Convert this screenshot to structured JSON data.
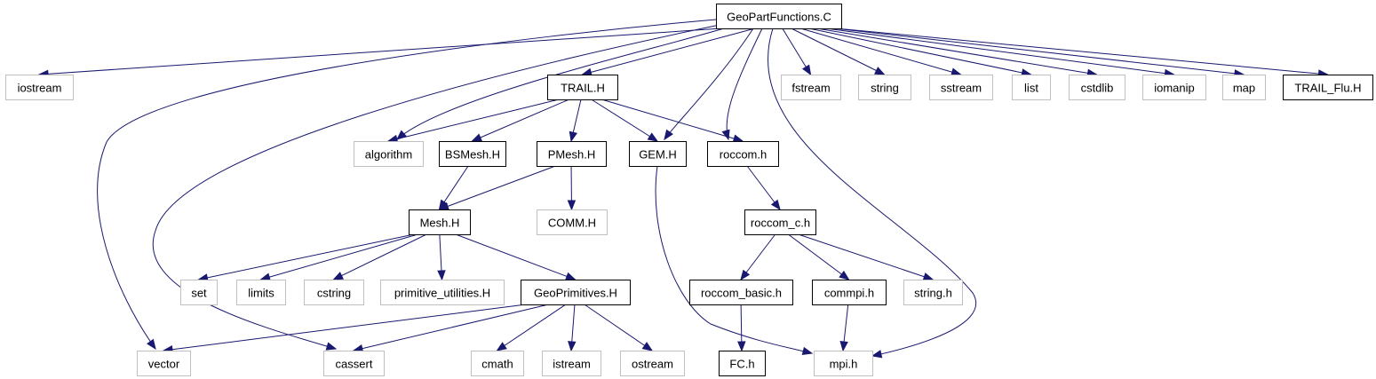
{
  "colors": {
    "edge": "#191970",
    "project_border": "#000000",
    "external_border": "#bfbfbf",
    "root_fill": "#bfbfbf"
  },
  "nodes": [
    {
      "id": "GeoPartFunctions.C",
      "label": "GeoPartFunctions.C",
      "kind": "root"
    },
    {
      "id": "iostream",
      "label": "iostream",
      "kind": "external"
    },
    {
      "id": "vector",
      "label": "vector",
      "kind": "external"
    },
    {
      "id": "cassert",
      "label": "cassert",
      "kind": "external"
    },
    {
      "id": "algorithm",
      "label": "algorithm",
      "kind": "external"
    },
    {
      "id": "TRAIL.H",
      "label": "TRAIL.H",
      "kind": "project"
    },
    {
      "id": "GEM.H",
      "label": "GEM.H",
      "kind": "project"
    },
    {
      "id": "roccom.h",
      "label": "roccom.h",
      "kind": "project"
    },
    {
      "id": "mpi.h",
      "label": "mpi.h",
      "kind": "external"
    },
    {
      "id": "fstream",
      "label": "fstream",
      "kind": "external"
    },
    {
      "id": "string",
      "label": "string",
      "kind": "external"
    },
    {
      "id": "sstream",
      "label": "sstream",
      "kind": "external"
    },
    {
      "id": "list",
      "label": "list",
      "kind": "external"
    },
    {
      "id": "cstdlib",
      "label": "cstdlib",
      "kind": "external"
    },
    {
      "id": "iomanip",
      "label": "iomanip",
      "kind": "external"
    },
    {
      "id": "map",
      "label": "map",
      "kind": "external"
    },
    {
      "id": "TRAIL_Flu.H",
      "label": "TRAIL_Flu.H",
      "kind": "project"
    },
    {
      "id": "BSMesh.H",
      "label": "BSMesh.H",
      "kind": "project"
    },
    {
      "id": "PMesh.H",
      "label": "PMesh.H",
      "kind": "project"
    },
    {
      "id": "COMM.H",
      "label": "COMM.H",
      "kind": "external"
    },
    {
      "id": "Mesh.H",
      "label": "Mesh.H",
      "kind": "project"
    },
    {
      "id": "set",
      "label": "set",
      "kind": "external"
    },
    {
      "id": "limits",
      "label": "limits",
      "kind": "external"
    },
    {
      "id": "cstring",
      "label": "cstring",
      "kind": "external"
    },
    {
      "id": "primitive_utilities.H",
      "label": "primitive_utilities.H",
      "kind": "external"
    },
    {
      "id": "GeoPrimitives.H",
      "label": "GeoPrimitives.H",
      "kind": "project"
    },
    {
      "id": "cmath",
      "label": "cmath",
      "kind": "external"
    },
    {
      "id": "istream",
      "label": "istream",
      "kind": "external"
    },
    {
      "id": "ostream",
      "label": "ostream",
      "kind": "external"
    },
    {
      "id": "roccom_c.h",
      "label": "roccom_c.h",
      "kind": "project"
    },
    {
      "id": "roccom_basic.h",
      "label": "roccom_basic.h",
      "kind": "project"
    },
    {
      "id": "commpi.h",
      "label": "commpi.h",
      "kind": "project"
    },
    {
      "id": "string.h",
      "label": "string.h",
      "kind": "external"
    },
    {
      "id": "FC.h",
      "label": "FC.h",
      "kind": "project"
    }
  ],
  "edges": [
    {
      "from": "GeoPartFunctions.C",
      "to": "iostream"
    },
    {
      "from": "GeoPartFunctions.C",
      "to": "vector"
    },
    {
      "from": "GeoPartFunctions.C",
      "to": "cassert"
    },
    {
      "from": "GeoPartFunctions.C",
      "to": "algorithm"
    },
    {
      "from": "GeoPartFunctions.C",
      "to": "TRAIL.H"
    },
    {
      "from": "GeoPartFunctions.C",
      "to": "GEM.H"
    },
    {
      "from": "GeoPartFunctions.C",
      "to": "roccom.h"
    },
    {
      "from": "GeoPartFunctions.C",
      "to": "mpi.h"
    },
    {
      "from": "GeoPartFunctions.C",
      "to": "fstream"
    },
    {
      "from": "GeoPartFunctions.C",
      "to": "string"
    },
    {
      "from": "GeoPartFunctions.C",
      "to": "sstream"
    },
    {
      "from": "GeoPartFunctions.C",
      "to": "list"
    },
    {
      "from": "GeoPartFunctions.C",
      "to": "cstdlib"
    },
    {
      "from": "GeoPartFunctions.C",
      "to": "iomanip"
    },
    {
      "from": "GeoPartFunctions.C",
      "to": "map"
    },
    {
      "from": "GeoPartFunctions.C",
      "to": "TRAIL_Flu.H"
    },
    {
      "from": "TRAIL.H",
      "to": "algorithm"
    },
    {
      "from": "TRAIL.H",
      "to": "BSMesh.H"
    },
    {
      "from": "TRAIL.H",
      "to": "PMesh.H"
    },
    {
      "from": "TRAIL.H",
      "to": "GEM.H"
    },
    {
      "from": "TRAIL.H",
      "to": "roccom.h"
    },
    {
      "from": "BSMesh.H",
      "to": "Mesh.H"
    },
    {
      "from": "PMesh.H",
      "to": "Mesh.H"
    },
    {
      "from": "PMesh.H",
      "to": "COMM.H"
    },
    {
      "from": "GEM.H",
      "to": "mpi.h"
    },
    {
      "from": "roccom.h",
      "to": "roccom_c.h"
    },
    {
      "from": "Mesh.H",
      "to": "set"
    },
    {
      "from": "Mesh.H",
      "to": "limits"
    },
    {
      "from": "Mesh.H",
      "to": "cstring"
    },
    {
      "from": "Mesh.H",
      "to": "primitive_utilities.H"
    },
    {
      "from": "Mesh.H",
      "to": "GeoPrimitives.H"
    },
    {
      "from": "roccom_c.h",
      "to": "roccom_basic.h"
    },
    {
      "from": "roccom_c.h",
      "to": "commpi.h"
    },
    {
      "from": "roccom_c.h",
      "to": "string.h"
    },
    {
      "from": "GeoPrimitives.H",
      "to": "vector"
    },
    {
      "from": "GeoPrimitives.H",
      "to": "cassert"
    },
    {
      "from": "GeoPrimitives.H",
      "to": "cmath"
    },
    {
      "from": "GeoPrimitives.H",
      "to": "istream"
    },
    {
      "from": "GeoPrimitives.H",
      "to": "ostream"
    },
    {
      "from": "roccom_basic.h",
      "to": "FC.h"
    },
    {
      "from": "commpi.h",
      "to": "mpi.h"
    }
  ]
}
